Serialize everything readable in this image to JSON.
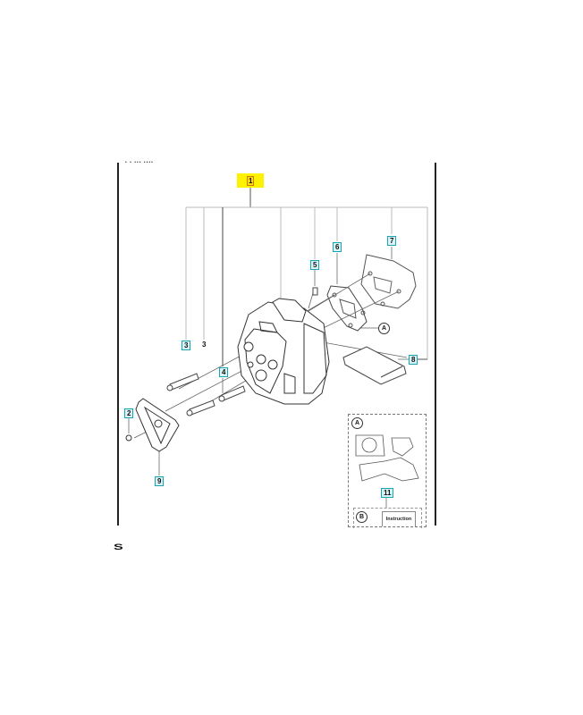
{
  "document": {
    "header_fragment": "• •  ••• ••••",
    "footer_fragment": "S"
  },
  "diagram": {
    "title_callout": "1",
    "callouts": [
      {
        "id": "2",
        "label": "2"
      },
      {
        "id": "3",
        "label": "3"
      },
      {
        "id": "3b",
        "label": "3"
      },
      {
        "id": "4",
        "label": "4"
      },
      {
        "id": "5",
        "label": "5"
      },
      {
        "id": "6",
        "label": "6"
      },
      {
        "id": "7",
        "label": "7"
      },
      {
        "id": "8",
        "label": "8"
      },
      {
        "id": "9",
        "label": "9"
      },
      {
        "id": "11",
        "label": "11"
      }
    ],
    "reference_labels": {
      "a_main": "A",
      "a_inset": "A",
      "b_inset": "B"
    },
    "inset": {
      "instruction_label": "Instruction"
    },
    "colors": {
      "highlight": "#fff200",
      "callout_border": "#1aa3b3",
      "callout_fill": "#d9f4f7",
      "line": "#555555"
    }
  }
}
